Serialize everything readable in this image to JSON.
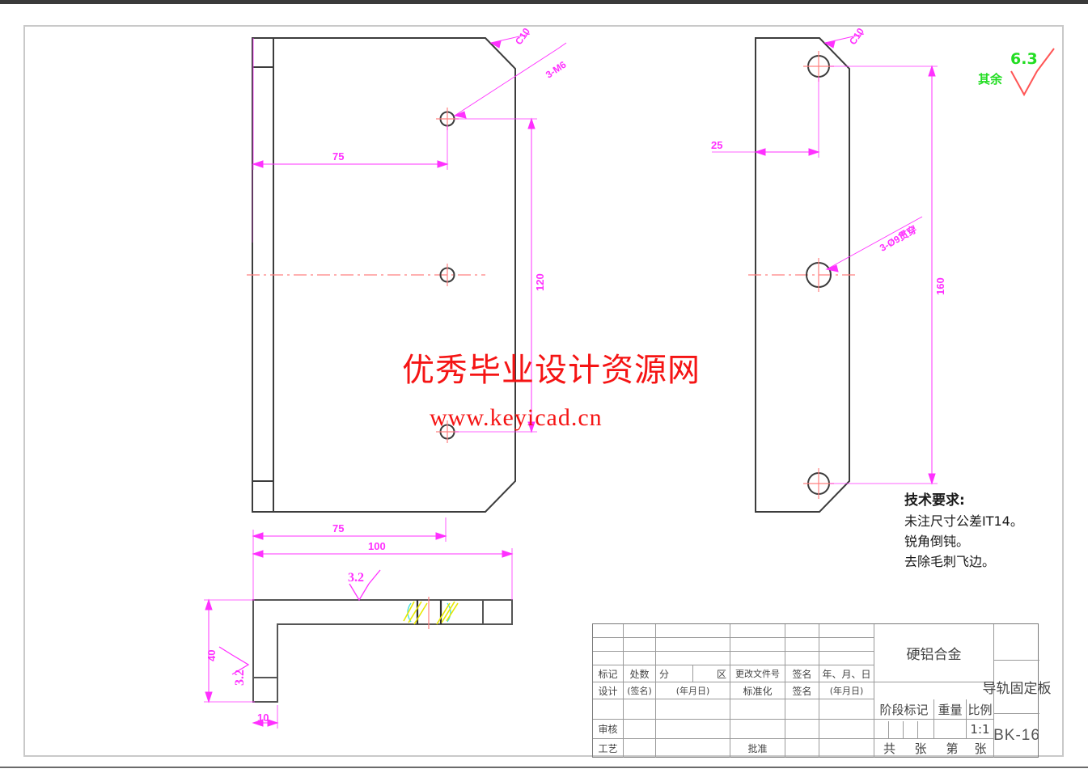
{
  "document": {
    "type": "cad-technical-drawing",
    "part_name": "导轨固定板",
    "part_code": "BK-16",
    "material": "硬铝合金",
    "scale": "1:1"
  },
  "watermark": {
    "chinese": "优秀毕业设计资源网",
    "url": "www.keyicad.cn"
  },
  "surface_note": {
    "label": "其余",
    "value": "6.3"
  },
  "technical_requirements": {
    "heading": "技术要求:",
    "lines": [
      "未注尺寸公差IT14。",
      "锐角倒钝。",
      "去除毛刺飞边。"
    ]
  },
  "front_view": {
    "dimensions": {
      "width_to_hole": "75",
      "hole_spacing": "120"
    },
    "callouts": {
      "chamfer": "C10",
      "threads": "3-M6"
    }
  },
  "side_view": {
    "dimensions": {
      "edge_to_hole": "25",
      "hole_span": "160"
    },
    "callouts": {
      "chamfer": "C10",
      "holes": "3-Ø9贯穿"
    }
  },
  "section_view": {
    "dimensions": {
      "to_hole": "75",
      "overall_length": "100",
      "height": "40",
      "flange": "10"
    },
    "roughness_top": "3.2",
    "roughness_left": "3.2"
  },
  "title_block": {
    "revision_header": [
      "标记",
      "处数",
      "分",
      "区",
      "更改文件号",
      "签名",
      "年、月、日"
    ],
    "design_row": [
      "设计",
      "(签名)",
      "(年月日)",
      "标准化",
      "签名",
      "(年月日)"
    ],
    "review_row": [
      "审核"
    ],
    "process_row": [
      "工艺",
      "批准"
    ],
    "stage_label": "阶段标记",
    "weight_label": "重量",
    "scale_label": "比例",
    "sheet_total_label": "共",
    "sheet_total_unit": "张",
    "sheet_index_label": "第",
    "sheet_index_unit": "张"
  },
  "colors": {
    "dimension": "#ff30ff",
    "centerline": "#ff8080",
    "outline": "#3c3c3c",
    "watermark": "#f51414",
    "green": "#22dd22",
    "hatch": "#e8e800"
  }
}
